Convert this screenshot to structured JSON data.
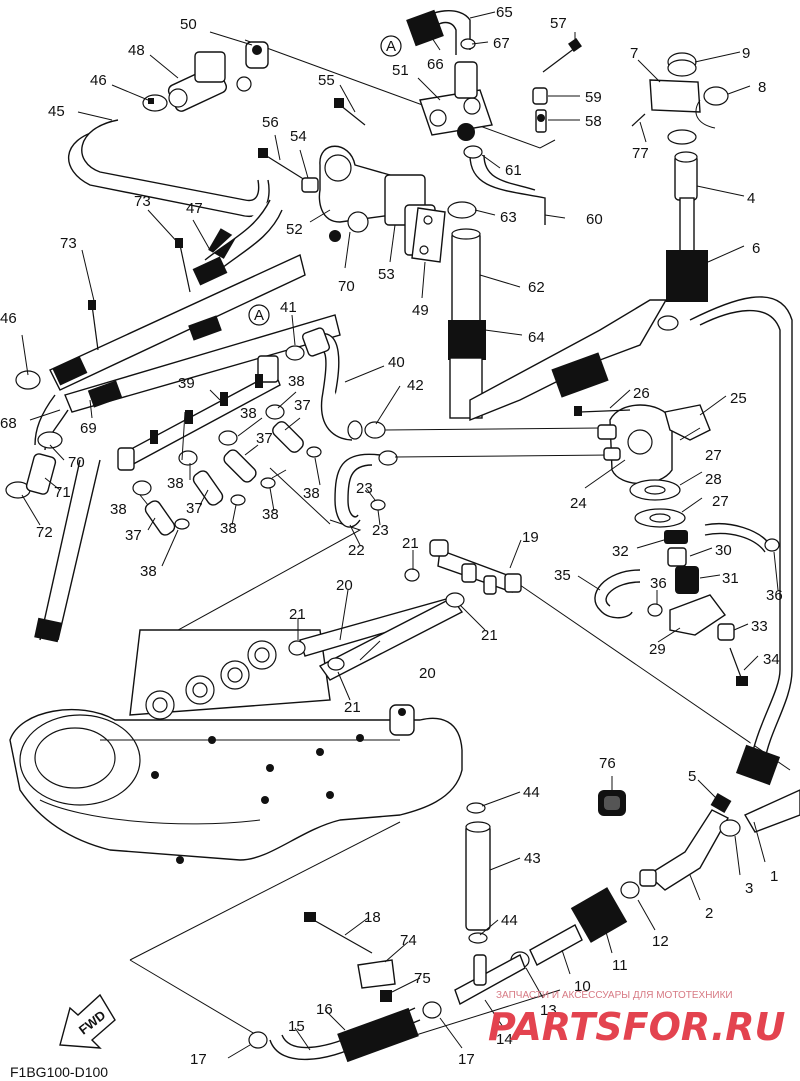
{
  "diagram": {
    "code": "F1BG100-D100",
    "fwd_label": "FWD",
    "ref_marker": "A",
    "watermark_caption": "ЗАПЧАСТИ И АКСЕССУАРЫ ДЛЯ МОТОТЕХНИКИ",
    "watermark_logo": "PARTSFOR.RU",
    "labels": [
      "1",
      "2",
      "3",
      "4",
      "5",
      "6",
      "7",
      "8",
      "9",
      "10",
      "11",
      "12",
      "13",
      "14",
      "15",
      "16",
      "17",
      "18",
      "19",
      "20",
      "21",
      "22",
      "23",
      "24",
      "25",
      "26",
      "27",
      "28",
      "29",
      "30",
      "31",
      "32",
      "33",
      "34",
      "35",
      "36",
      "37",
      "38",
      "39",
      "40",
      "41",
      "42",
      "43",
      "44",
      "45",
      "46",
      "47",
      "48",
      "49",
      "50",
      "51",
      "52",
      "53",
      "54",
      "55",
      "56",
      "57",
      "58",
      "59",
      "60",
      "61",
      "62",
      "63",
      "64",
      "65",
      "66",
      "67",
      "68",
      "69",
      "70",
      "71",
      "72",
      "73",
      "74",
      "75",
      "76",
      "77"
    ]
  }
}
